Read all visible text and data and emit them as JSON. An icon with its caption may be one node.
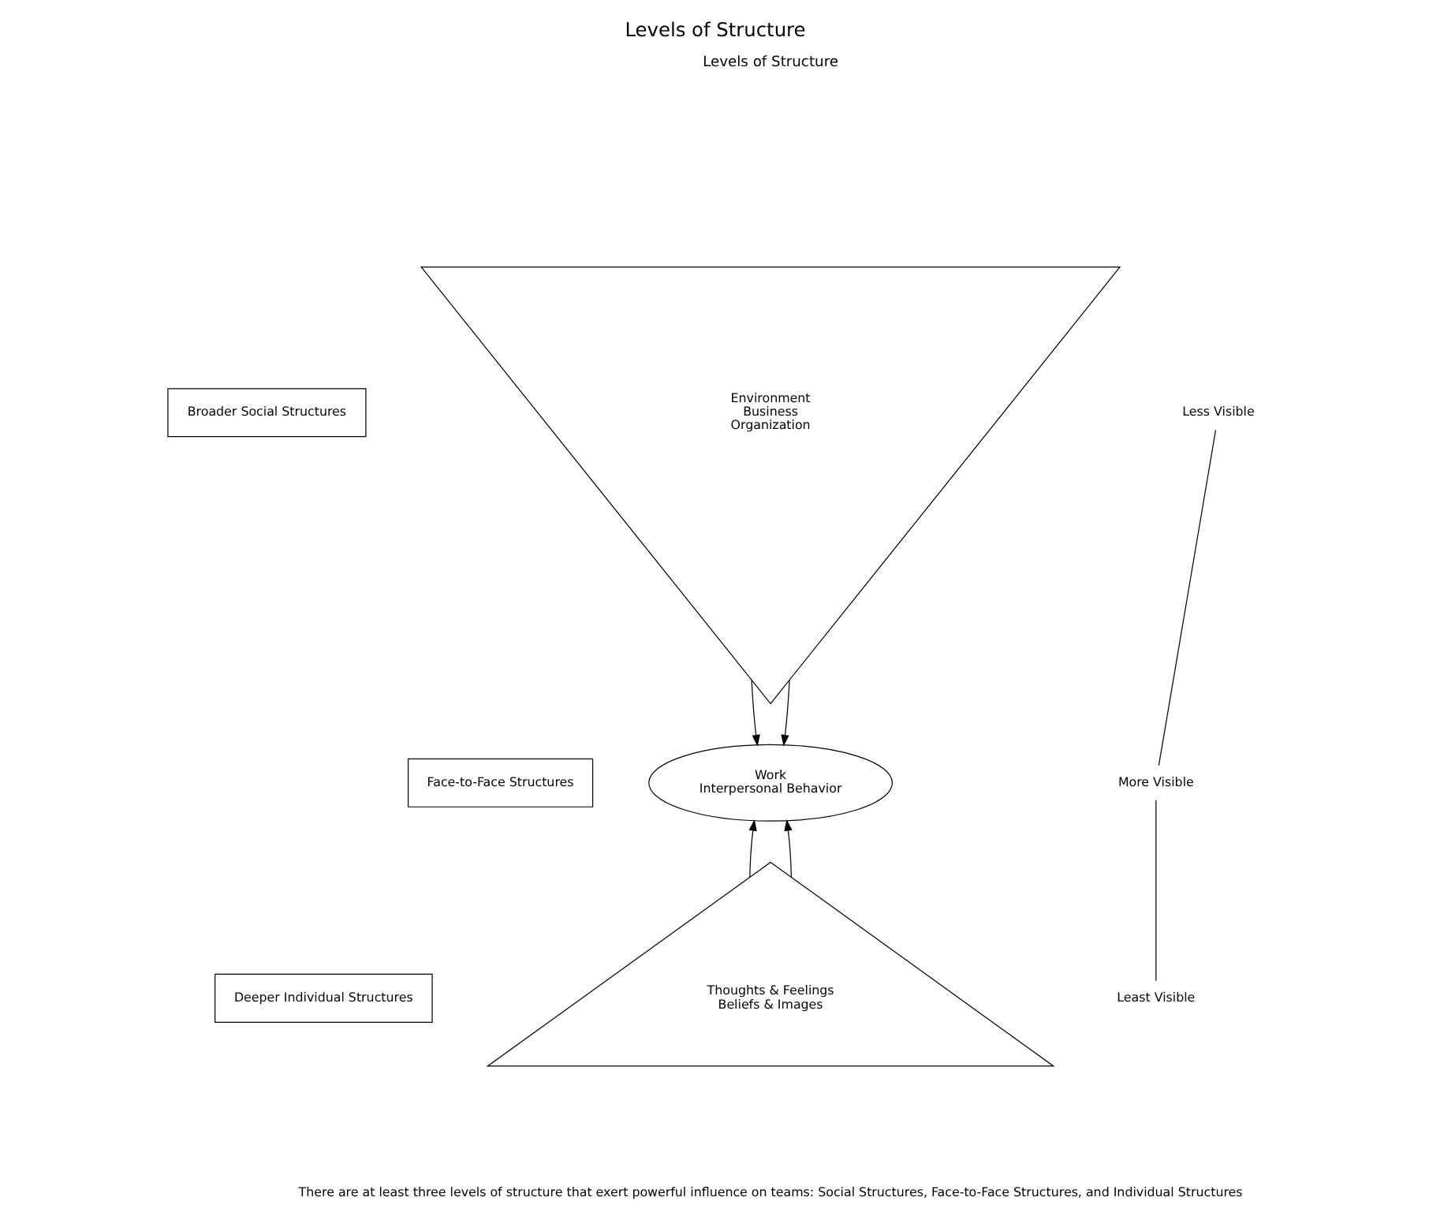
{
  "diagram": {
    "title": "Levels of Structure",
    "caption": "There are at least three levels of structure that exert powerful influence on teams: Social Structures, Face-to-Face Structures, and Individual Structures",
    "nodes": [
      {
        "text": [
          "Environment",
          "Business",
          "Organization"
        ]
      },
      {
        "text": [
          "Work",
          "Interpersonal Behavior"
        ]
      },
      {
        "text": [
          "Thoughts & Feelings",
          "Beliefs & Images"
        ]
      },
      {
        "text": [
          "Broader Social Structures"
        ]
      },
      {
        "text": [
          "Face-to-Face Structures"
        ]
      },
      {
        "text": [
          "Deeper Individual Structures"
        ]
      },
      {
        "text": [
          "Less Visible"
        ]
      },
      {
        "text": [
          "More Visible"
        ]
      },
      {
        "text": [
          "Least Visible"
        ]
      }
    ],
    "edges": [
      {
        "from": 0,
        "to": 1,
        "arrow": "to"
      },
      {
        "from": 0,
        "to": 1,
        "arrow": "to"
      },
      {
        "from": 2,
        "to": 1,
        "arrow": "to"
      },
      {
        "from": 2,
        "to": 1,
        "arrow": "to"
      },
      {
        "from": 6,
        "to": 7,
        "arrow": "none"
      },
      {
        "from": 7,
        "to": 8,
        "arrow": "none"
      }
    ],
    "labels": [
      "Levels of Structure"
    ]
  }
}
